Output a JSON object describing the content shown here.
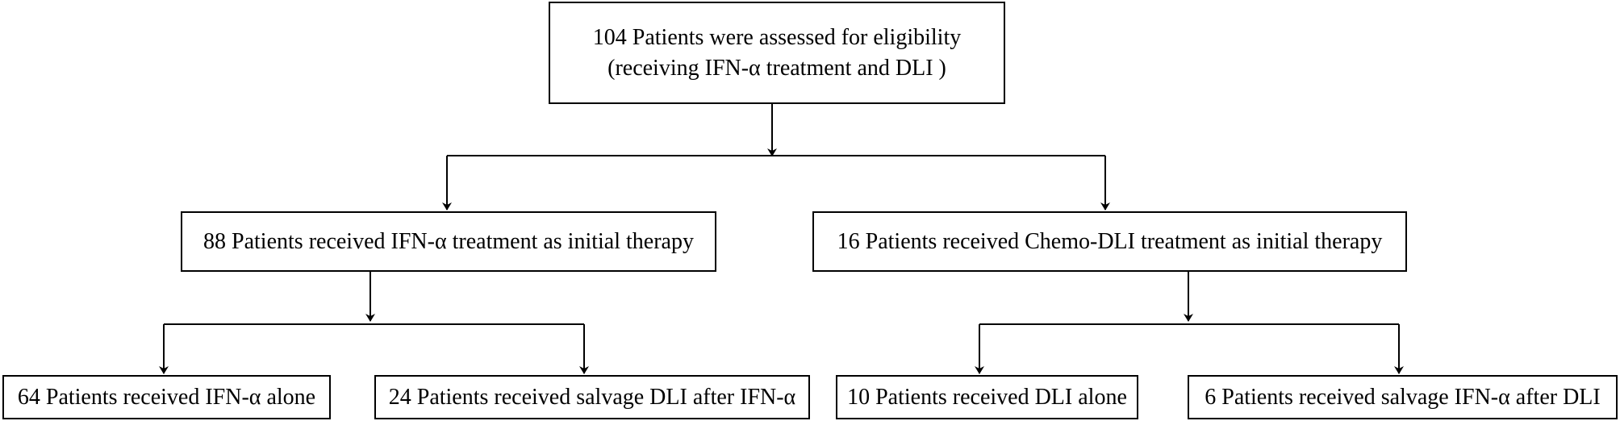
{
  "flowchart": {
    "root": {
      "line1": "104 Patients were assessed for eligibility",
      "line2": "(receiving IFN-α treatment and DLI )"
    },
    "ifn_initial": {
      "label": "88 Patients received IFN-α treatment as initial therapy",
      "children": {
        "alone": "64 Patients received IFN-α alone",
        "salvage": "24 Patients received salvage DLI after IFN-α"
      }
    },
    "chemo_initial": {
      "label": "16 Patients received Chemo-DLI treatment as initial therapy",
      "children": {
        "alone": "10 Patients received DLI alone",
        "salvage": "6 Patients received salvage IFN-α after DLI"
      }
    }
  },
  "style": {
    "line_color": "#000000",
    "box_border_color": "#000000",
    "background": "#ffffff"
  }
}
